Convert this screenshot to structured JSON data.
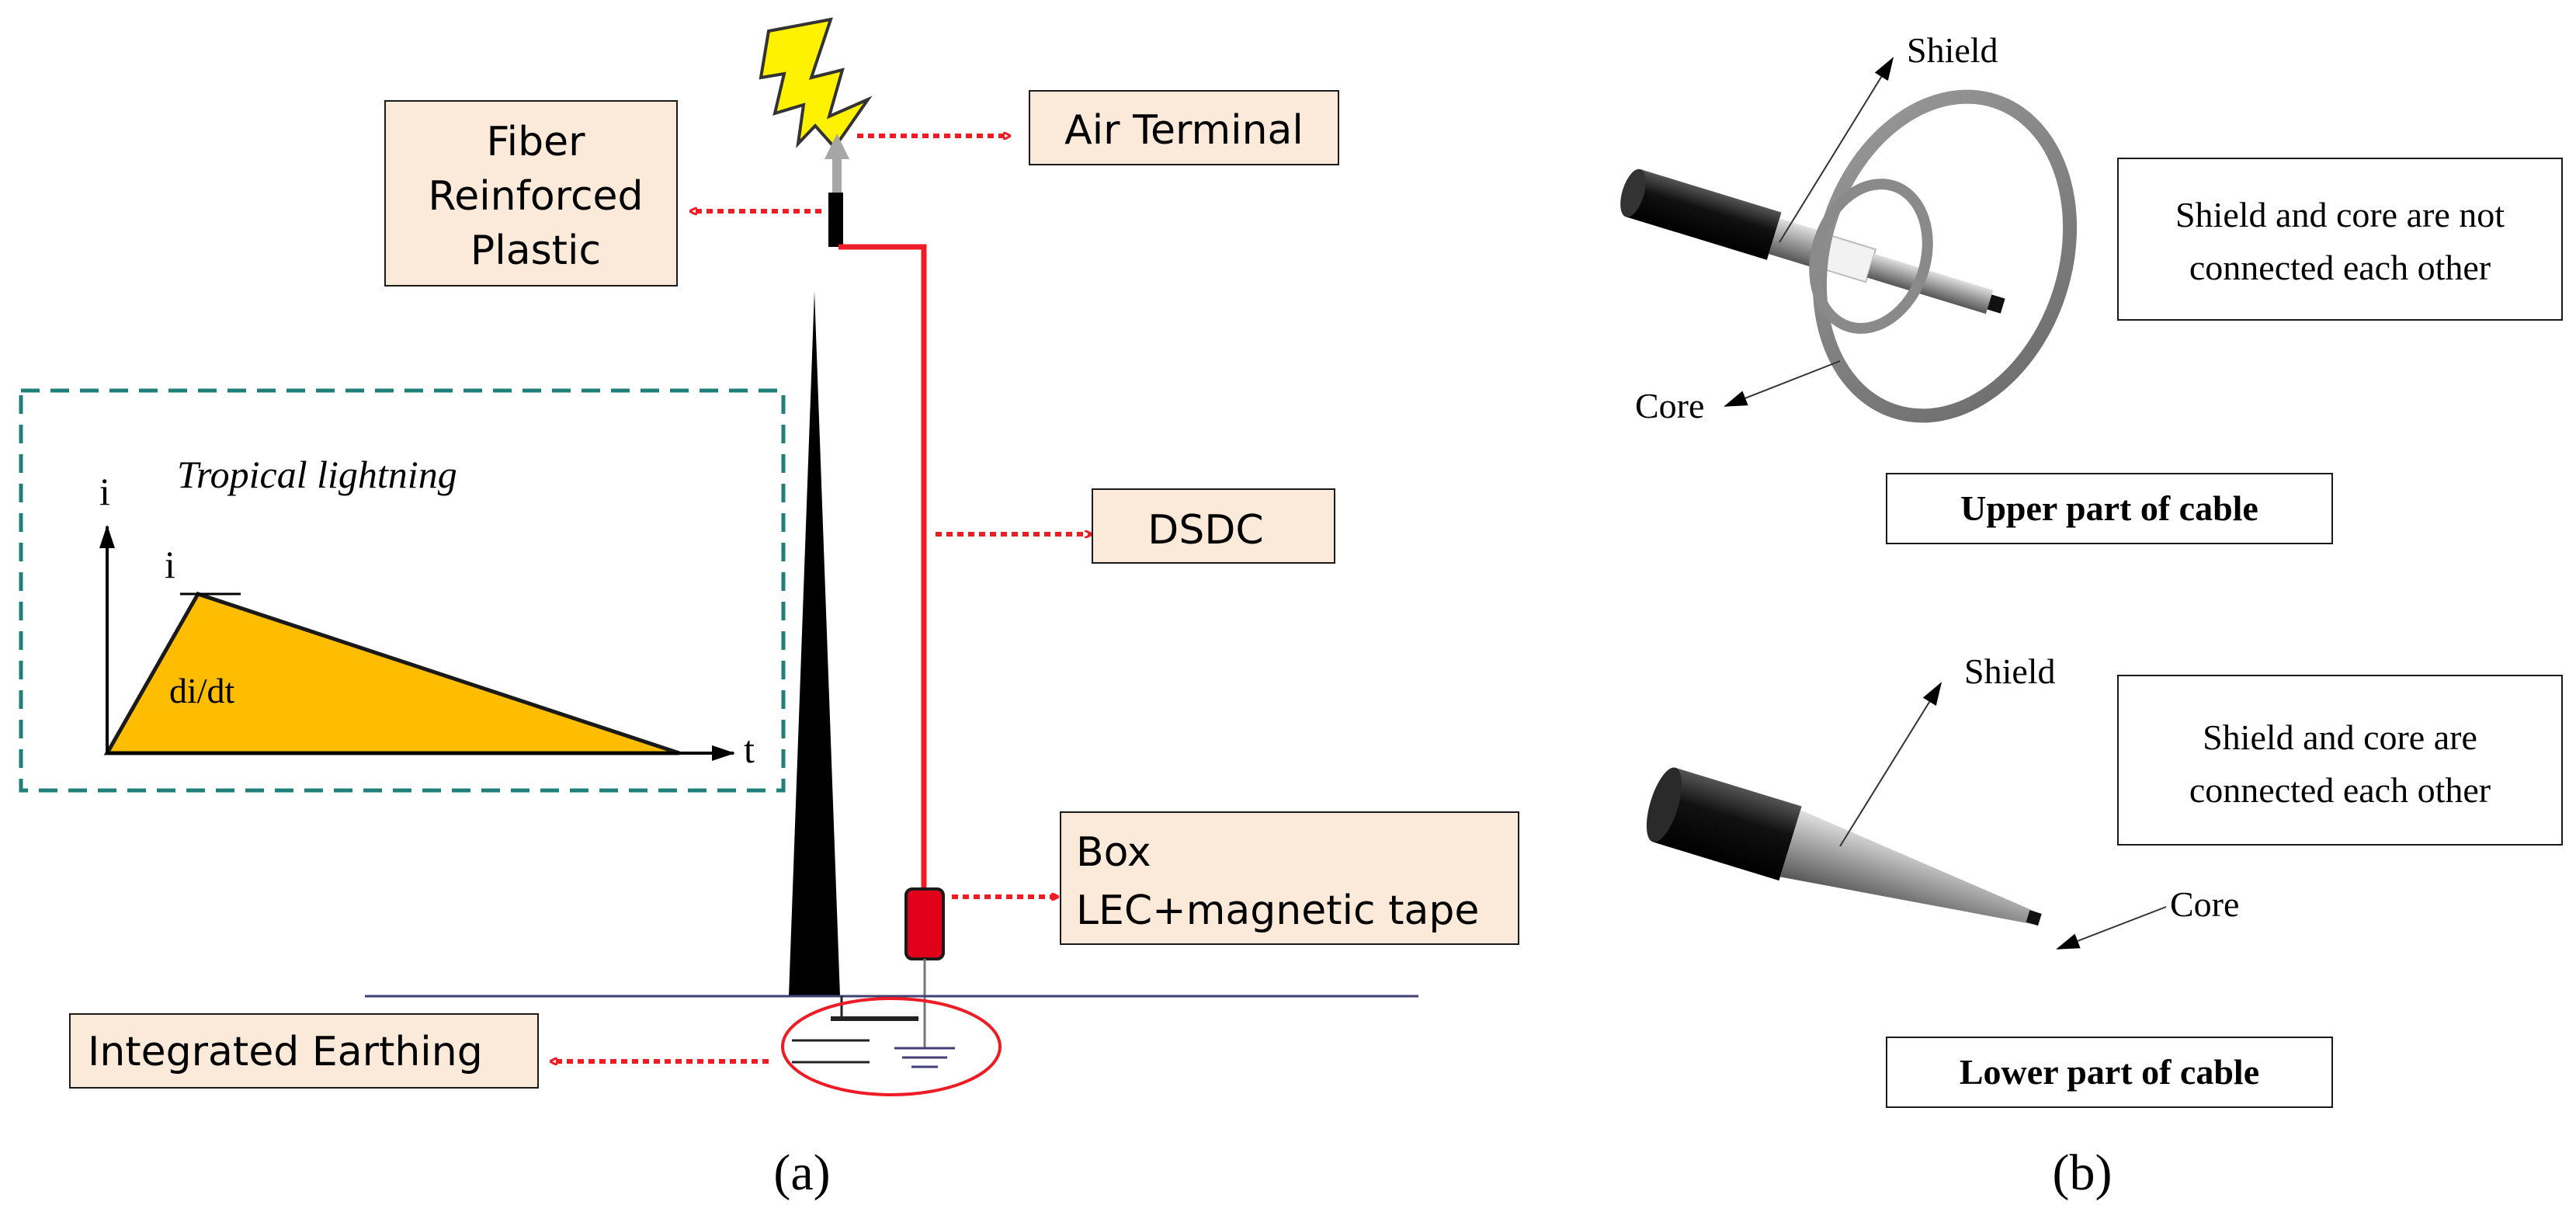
{
  "panel_a": {
    "air_terminal": "Air Terminal",
    "frp_line1": "Fiber",
    "frp_line2": "Reinforced",
    "frp_line3": "Plastic",
    "dsdc": "DSDC",
    "box_line1": "Box",
    "box_line2": "LEC+magnetic tape",
    "earthing": "Integrated Earthing",
    "caption": "(a)",
    "colors": {
      "arrow_red": "#ee1c24",
      "box_fill": "#fbe9d9",
      "waveform_fill": "#ffbd00",
      "dash_teal": "#1f7f7a"
    },
    "inset": {
      "title": "Tropical lightning",
      "y_axis": "i",
      "peak": "i",
      "slope": "di/dt",
      "x_axis": "t"
    }
  },
  "panel_b": {
    "upper": {
      "shield_label": "Shield",
      "core_label": "Core",
      "note_line1": "Shield and core are not",
      "note_line2": "connected each other",
      "caption": "Upper part of cable"
    },
    "lower": {
      "shield_label": "Shield",
      "core_label": "Core",
      "note_line1": "Shield and core are",
      "note_line2": "connected each other",
      "caption": "Lower part of cable"
    },
    "caption": "(b)"
  }
}
